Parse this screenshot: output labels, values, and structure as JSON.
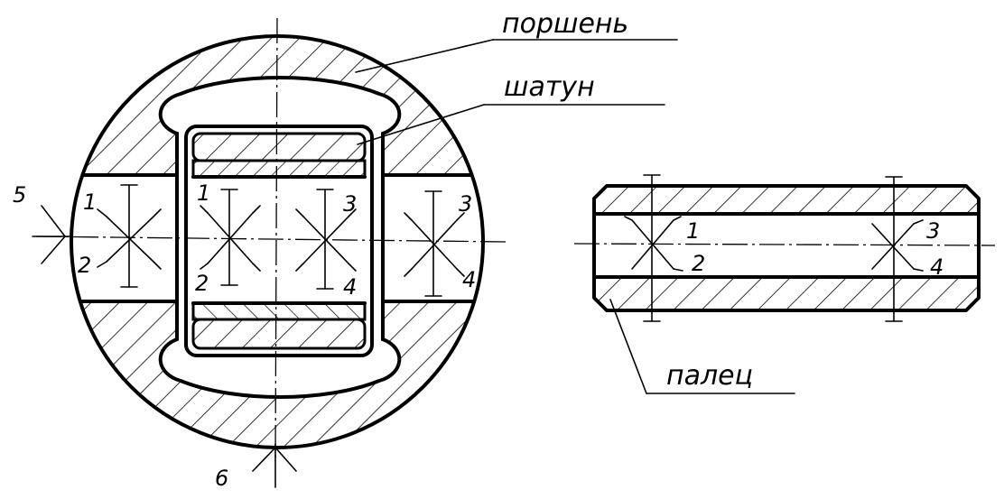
{
  "labels": {
    "piston": "поршень",
    "conrod": "шатун",
    "pin": "палец"
  },
  "points": {
    "p1": "1",
    "p2": "2",
    "p3": "3",
    "p4": "4",
    "p5": "5",
    "p6": "6"
  },
  "colors": {
    "ink": "#000000",
    "paper": "#ffffff"
  }
}
